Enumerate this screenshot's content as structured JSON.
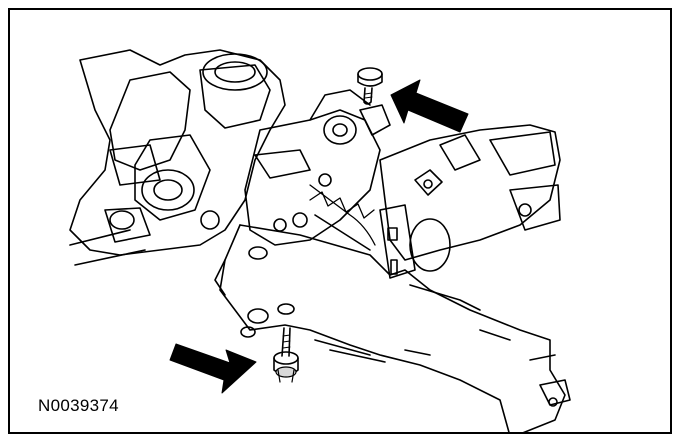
{
  "figure": {
    "id_label": "N0039374"
  },
  "colors": {
    "line": "#000000",
    "background": "#ffffff",
    "shade": "#d9d9d9"
  },
  "illustration": {
    "subject": "steering-column-assembly",
    "callouts": [
      "upper-bolt-arrow",
      "lower-bolt-arrow"
    ]
  }
}
